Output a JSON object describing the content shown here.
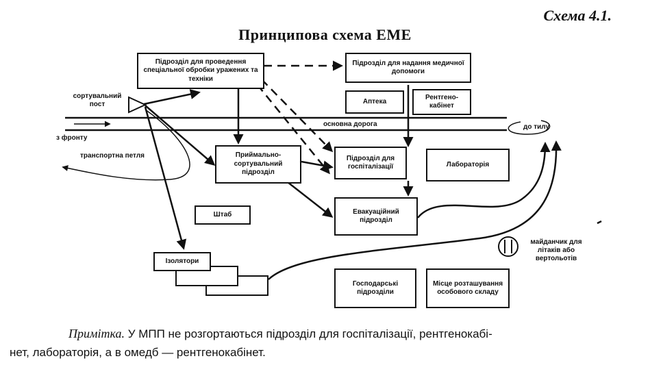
{
  "header": {
    "scheme_label": "Схема 4.1.",
    "title": "Принципова схема ЕМЕ"
  },
  "units": {
    "special_treatment": "Підрозділ для проведення спеціальної обробки уражених та техніки",
    "medical_aid": "Підрозділ для надання медичної допомоги",
    "pharmacy": "Аптека",
    "xray": "Рентгено-кабінет",
    "admission_triage": "Приймально-сортувальний підрозділ",
    "hospitalization": "Підрозділ для госпіталізації",
    "laboratory": "Лабораторія",
    "evacuation": "Евакуаційний підрозділ",
    "headquarters": "Штаб",
    "isolators": "Ізолятори",
    "household": "Господарські підрозділи",
    "special_storage": "Місце розташування особового складу"
  },
  "labels": {
    "triage_post": "сортувальний пост",
    "main_road": "основна дорога",
    "from_front": "з фронту",
    "to_rear": "до тилу",
    "transport_loop": "транспортна петля",
    "helipad": "майданчик для літаків або вертольотів"
  },
  "note": {
    "prefix": "Примітка.",
    "line1": "У МПП не розгортаються підрозділ для госпіталізації, рентгенокабі-",
    "line2": "нет, лабораторія, а в омедб — рентгенокабінет."
  },
  "colors": {
    "ink": "#111111",
    "paper": "#ffffff"
  }
}
